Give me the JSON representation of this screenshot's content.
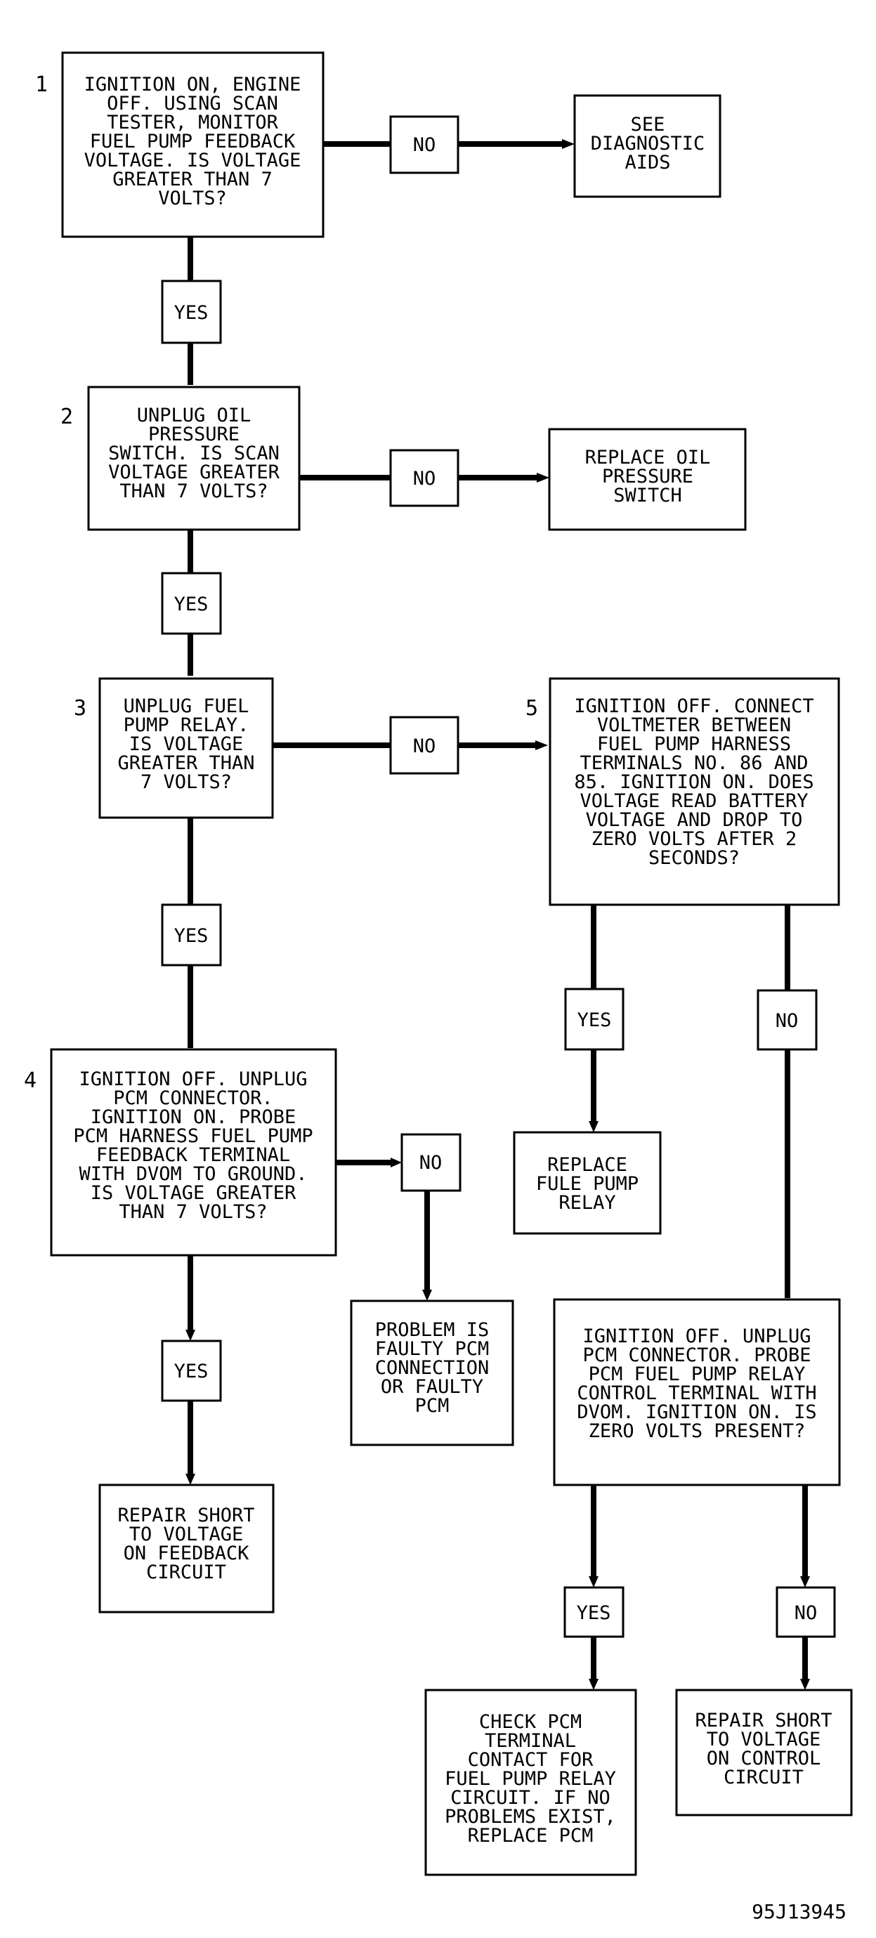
{
  "figure_id": "95J13945",
  "steps": {
    "s1": {
      "number": "1",
      "lines": [
        "IGNITION ON, ENGINE",
        "OFF. USING SCAN",
        "TESTER, MONITOR",
        "FUEL PUMP FEEDBACK",
        "VOLTAGE. IS VOLTAGE",
        "GREATER THAN 7",
        "VOLTS?"
      ]
    },
    "s2": {
      "number": "2",
      "lines": [
        "UNPLUG OIL",
        "PRESSURE",
        "SWITCH. IS SCAN",
        "VOLTAGE GREATER",
        "THAN 7 VOLTS?"
      ]
    },
    "s3": {
      "number": "3",
      "lines": [
        "UNPLUG FUEL",
        "PUMP RELAY.",
        "IS VOLTAGE",
        "GREATER THAN",
        "7 VOLTS?"
      ]
    },
    "s4": {
      "number": "4",
      "lines": [
        "IGNITION OFF. UNPLUG",
        "PCM CONNECTOR.",
        "IGNITION ON. PROBE",
        "PCM HARNESS FUEL PUMP",
        "FEEDBACK TERMINAL",
        "WITH DVOM TO GROUND.",
        "IS VOLTAGE GREATER",
        "THAN 7 VOLTS?"
      ]
    },
    "s5": {
      "number": "5",
      "lines": [
        "IGNITION OFF. CONNECT",
        "VOLTMETER BETWEEN",
        "FUEL PUMP HARNESS",
        "TERMINALS NO. 86 AND",
        "85. IGNITION ON. DOES",
        "VOLTAGE READ BATTERY",
        "VOLTAGE AND DROP TO",
        "ZERO VOLTS AFTER 2",
        "SECONDS?"
      ]
    },
    "s6": {
      "number": "",
      "lines": [
        "IGNITION OFF. UNPLUG",
        "PCM CONNECTOR. PROBE",
        "PCM FUEL PUMP RELAY",
        "CONTROL TERMINAL WITH",
        "DVOM. IGNITION ON. IS",
        "ZERO VOLTS PRESENT?"
      ]
    }
  },
  "results": {
    "r_diag": {
      "lines": [
        "SEE",
        "DIAGNOSTIC",
        "AIDS"
      ]
    },
    "r_oil": {
      "lines": [
        "REPLACE OIL",
        "PRESSURE",
        "SWITCH"
      ]
    },
    "r_relay": {
      "lines": [
        "REPLACE",
        "FULE PUMP",
        "RELAY"
      ]
    },
    "r_faulty": {
      "lines": [
        "PROBLEM IS",
        "FAULTY PCM",
        "CONNECTION",
        "OR FAULTY",
        "PCM"
      ]
    },
    "r_feedback": {
      "lines": [
        "REPAIR SHORT",
        "TO VOLTAGE",
        "ON FEEDBACK",
        "CIRCUIT"
      ]
    },
    "r_checkpcm": {
      "lines": [
        "CHECK PCM",
        "TERMINAL",
        "CONTACT FOR",
        "FUEL PUMP RELAY",
        "CIRCUIT. IF NO",
        "PROBLEMS EXIST,",
        "REPLACE PCM"
      ]
    },
    "r_control": {
      "lines": [
        "REPAIR SHORT",
        "TO VOLTAGE",
        "ON CONTROL",
        "CIRCUIT"
      ]
    }
  },
  "answers": {
    "a1_no": "NO",
    "a1_yes": "YES",
    "a2_no": "NO",
    "a2_yes": "YES",
    "a3_no": "NO",
    "a3_yes": "YES",
    "a4_no": "NO",
    "a4_yes": "YES",
    "a5_yes": "YES",
    "a5_no": "NO",
    "a6_yes": "YES",
    "a6_no": "NO"
  }
}
